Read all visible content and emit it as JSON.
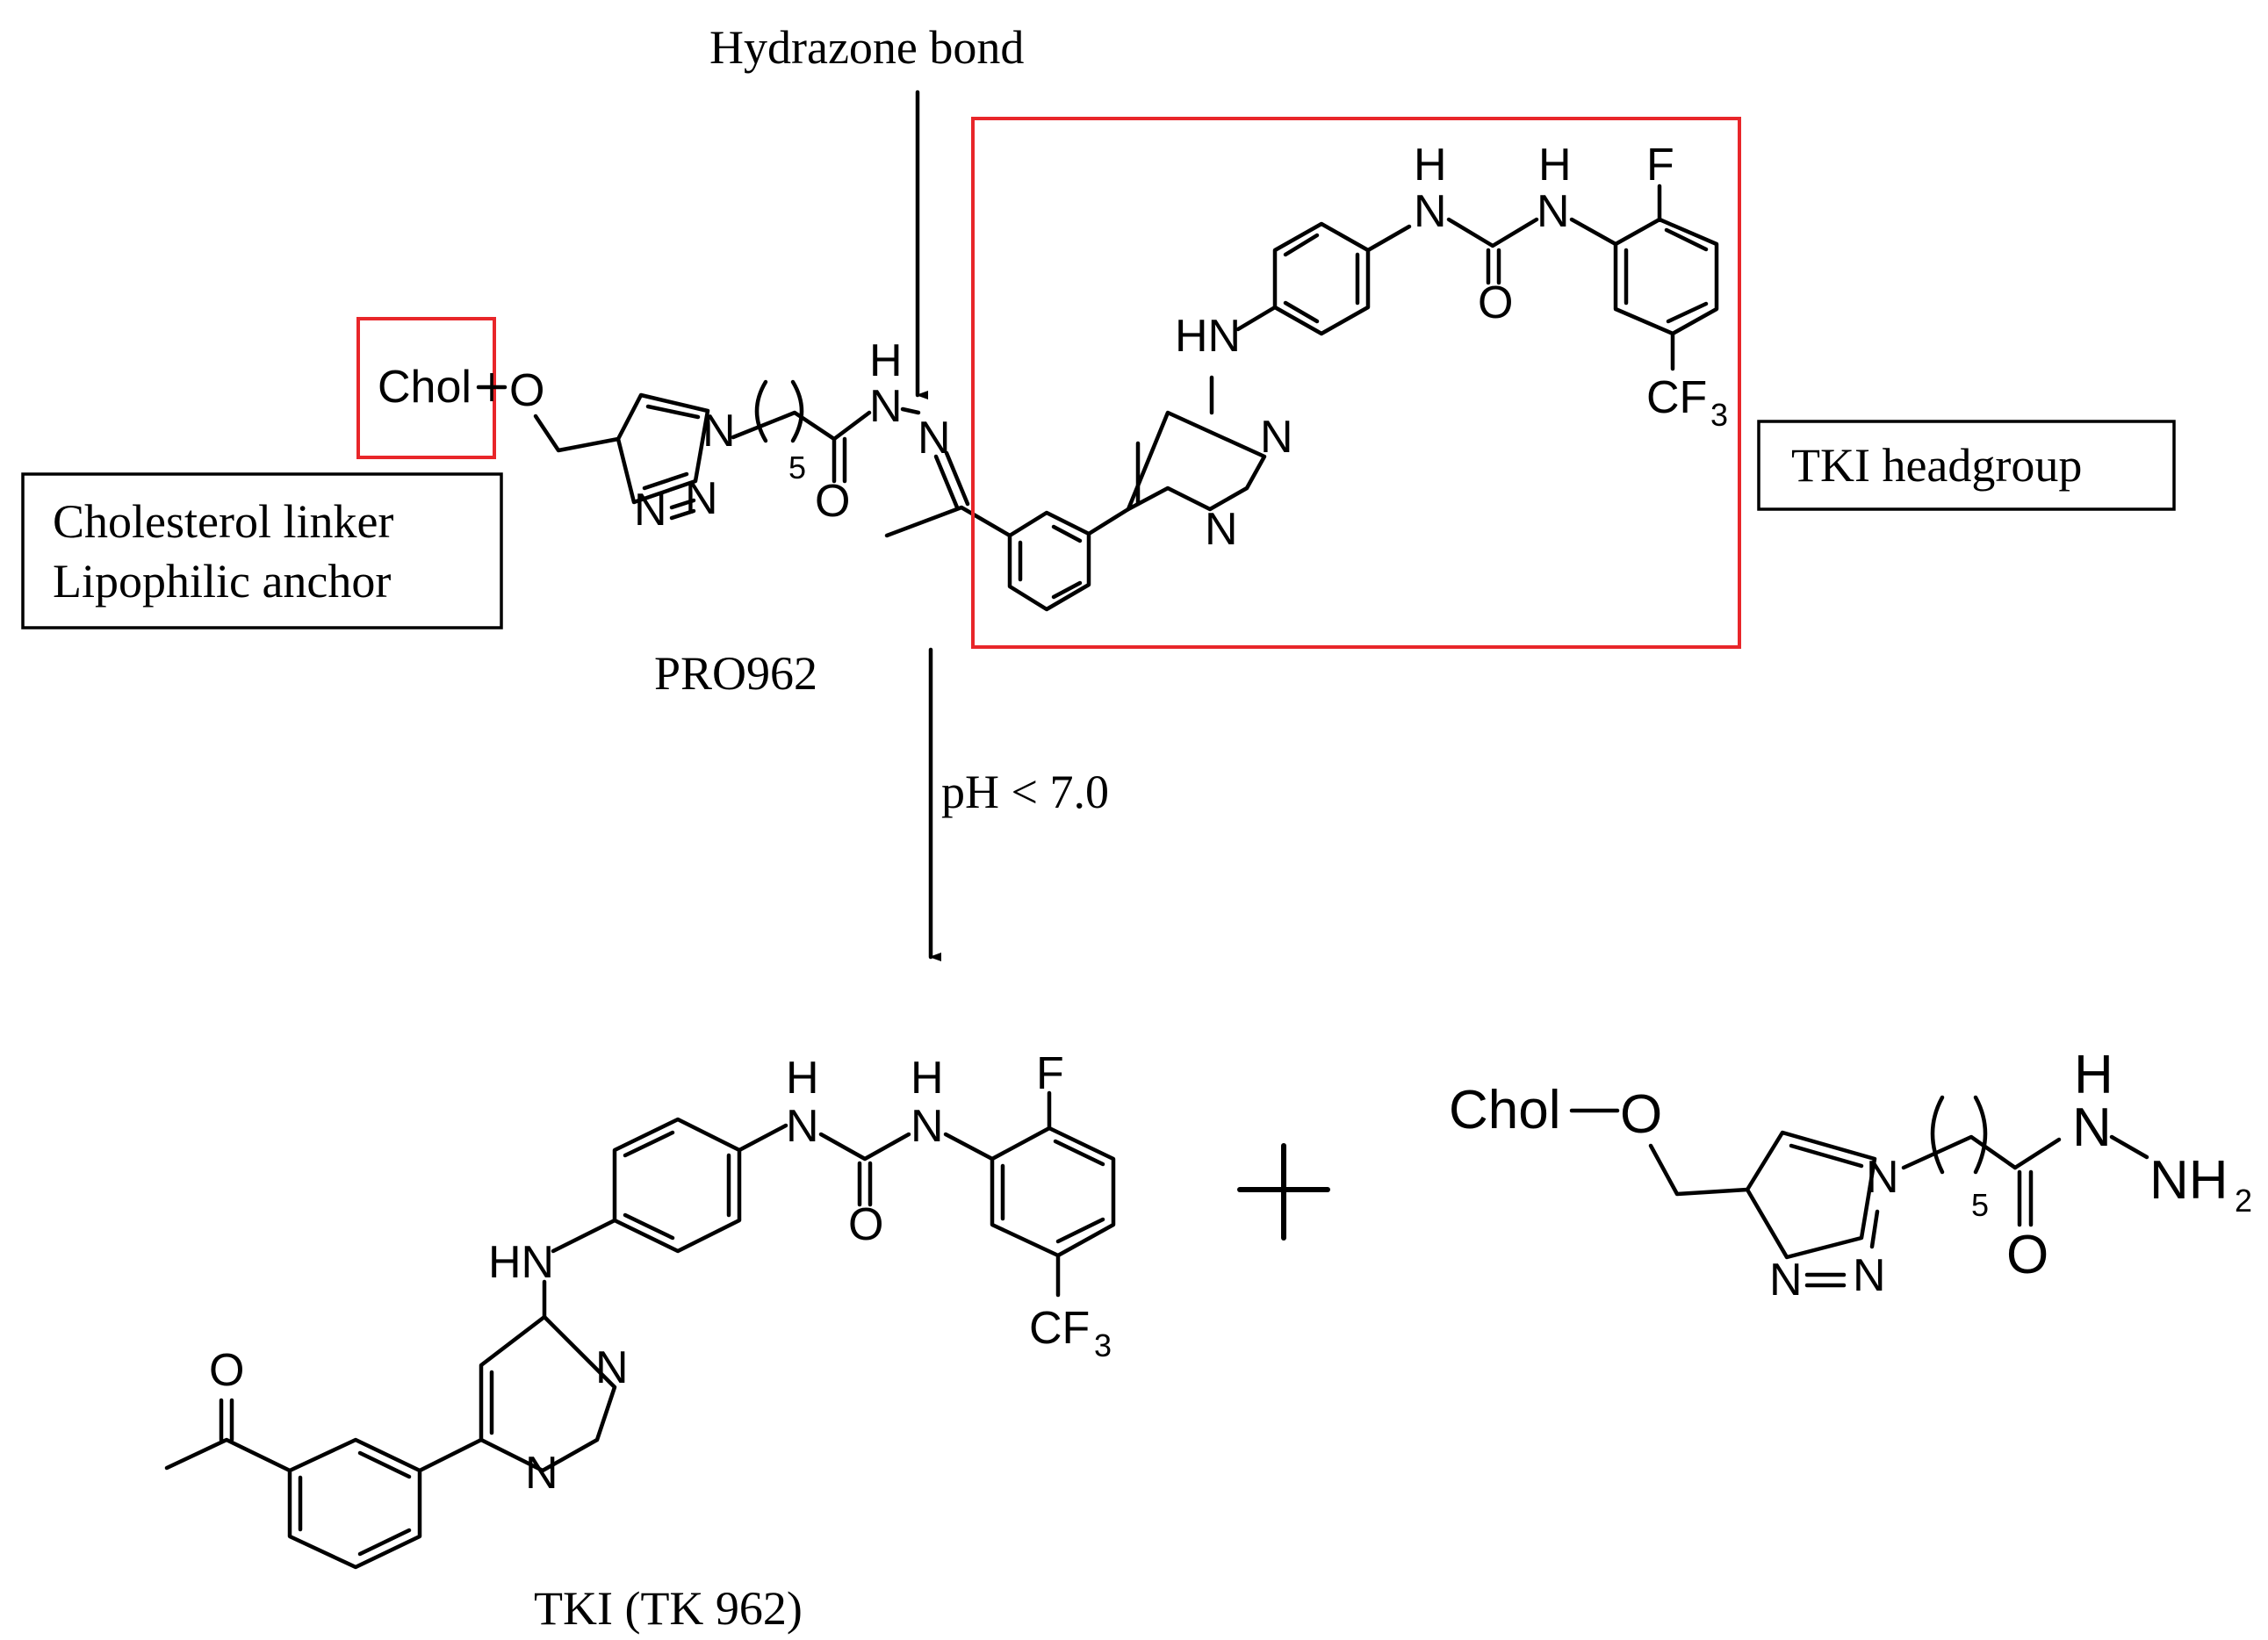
{
  "labels": {
    "hydrazone": "Hydrazone bond",
    "linker_line1": "Cholesterol linker",
    "linker_line2": "Lipophilic anchor",
    "tki_headgroup": "TKI headgroup",
    "pro962": "PRO962",
    "condition": "pH < 7.0",
    "tki_product": "TKI (TK 962)",
    "plus": "+"
  },
  "atoms": {
    "chol": "Chol",
    "o": "O",
    "n": "N",
    "h": "H",
    "hn": "HN",
    "f": "F",
    "cf": "CF",
    "three": "3",
    "five": "5",
    "nh": "NH",
    "two": "2"
  },
  "colors": {
    "highlight_box": "#e8262a",
    "ink": "#000000"
  }
}
